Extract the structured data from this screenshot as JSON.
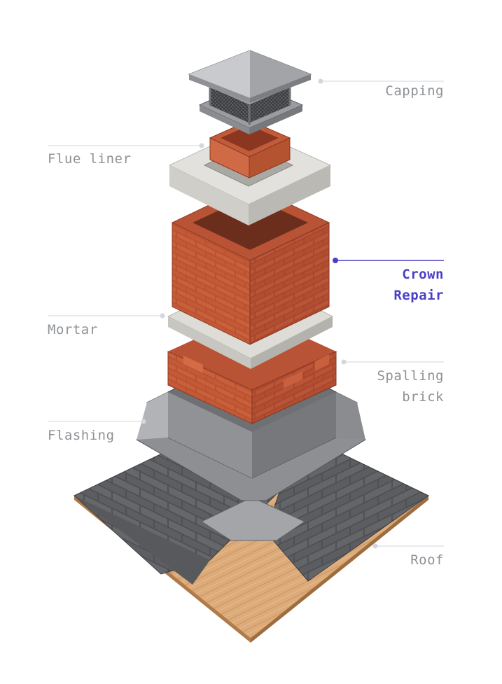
{
  "labels": {
    "capping": "Capping",
    "flue_liner": "Flue liner",
    "crown_repair_line1": "Crown",
    "crown_repair_line2": "Repair",
    "mortar": "Mortar",
    "spalling_line1": "Spalling",
    "spalling_line2": "brick",
    "flashing": "Flashing",
    "roof": "Roof"
  },
  "colors": {
    "label": "#8e9196",
    "leader": "#d3d6de",
    "highlight": "#4a3ec8",
    "brick": "#c0573a",
    "concrete": "#d9d8d4",
    "metal": "#9a9ca0",
    "shingle": "#5f6063",
    "wood": "#d9a877"
  },
  "highlighted": "crown_repair"
}
